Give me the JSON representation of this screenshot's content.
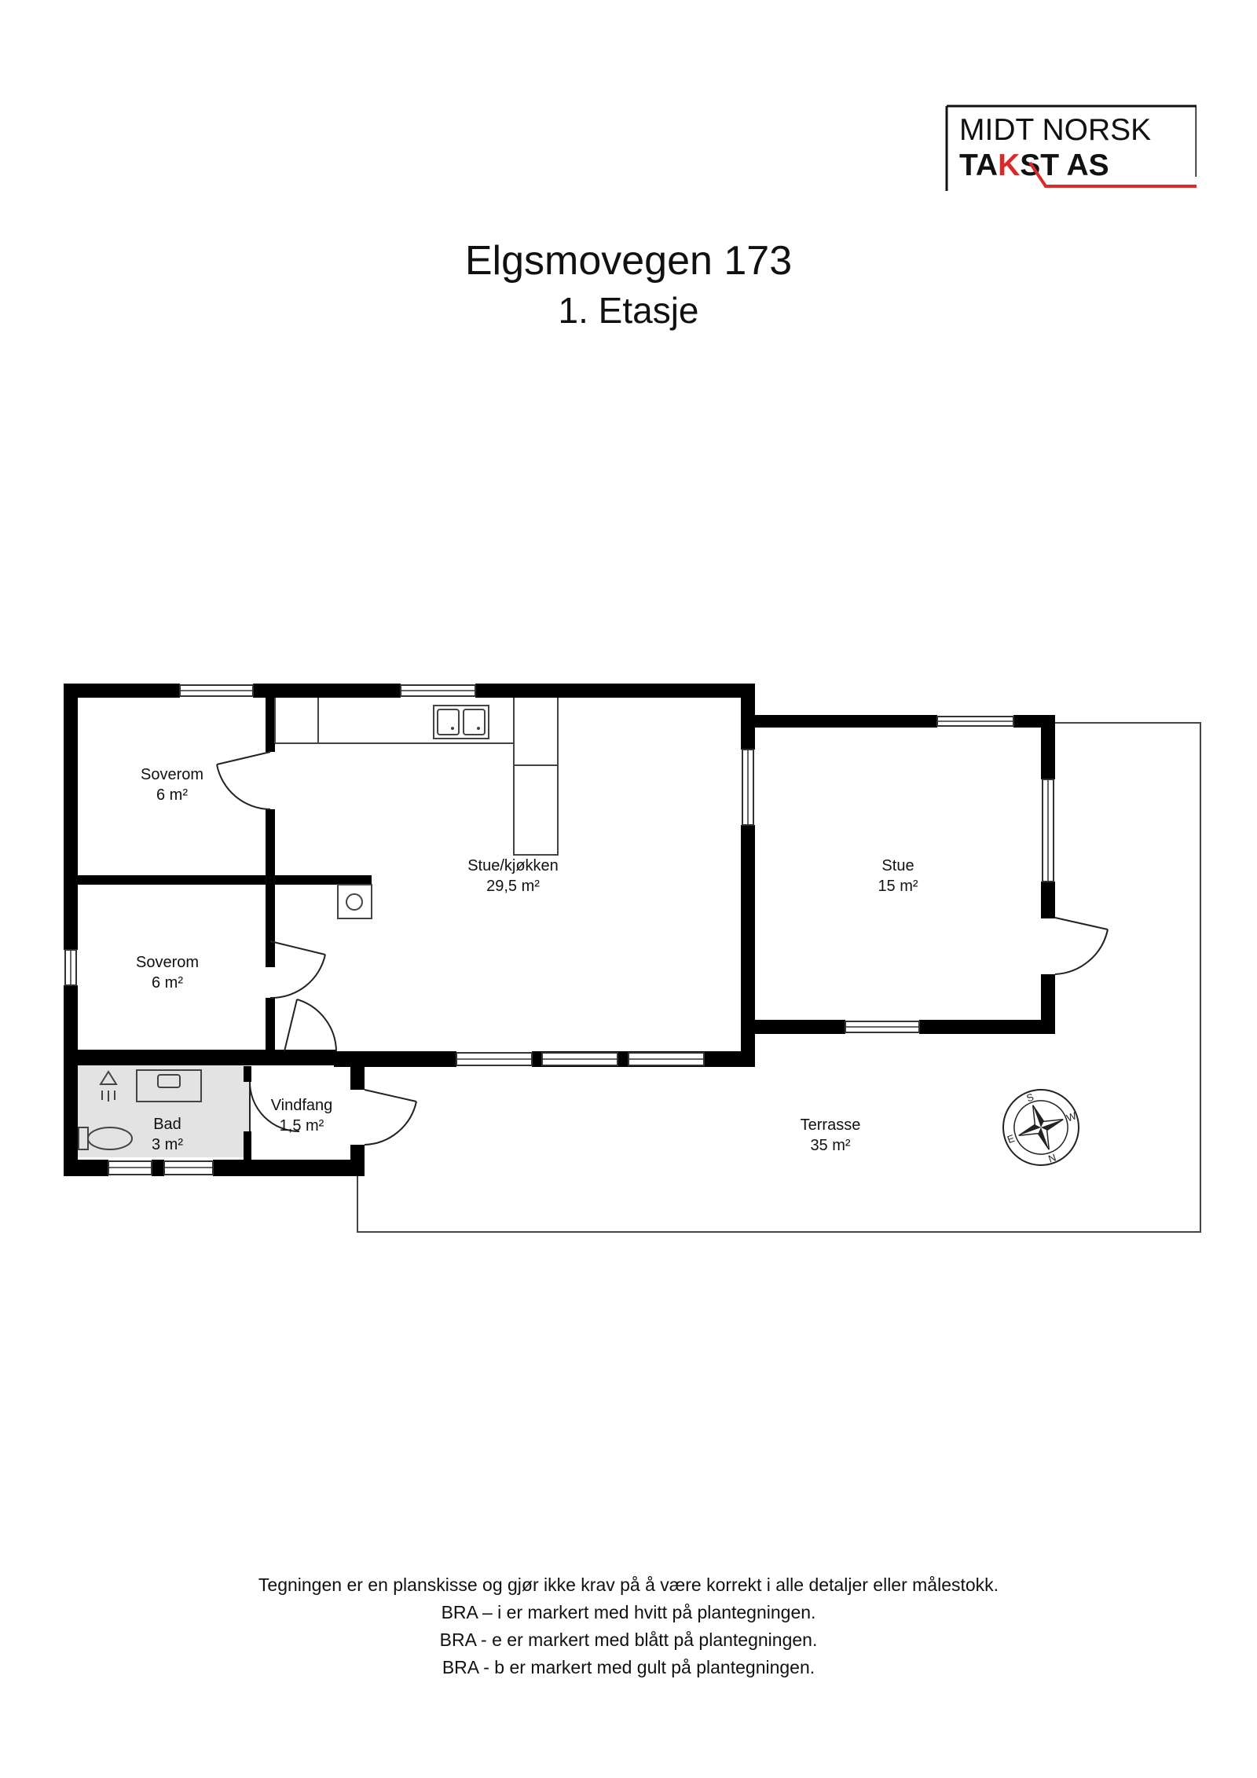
{
  "logo": {
    "line1": "MIDT NORSK",
    "line2_part1": "TA",
    "line2_k": "K",
    "line2_part2": "ST AS",
    "accent_color": "#d9292b"
  },
  "header": {
    "title": "Elgsmovegen 173",
    "subtitle": "1. Etasje"
  },
  "rooms": {
    "soverom_top": {
      "name": "Soverom",
      "area": "6 m²"
    },
    "soverom_bottom": {
      "name": "Soverom",
      "area": "6 m²"
    },
    "stue_kjokken": {
      "name": "Stue/kjøkken",
      "area": "29,5 m²"
    },
    "stue": {
      "name": "Stue",
      "area": "15 m²"
    },
    "bad": {
      "name": "Bad",
      "area": "3 m²"
    },
    "vindfang": {
      "name": "Vindfang",
      "area": "1,5 m²"
    },
    "terrasse": {
      "name": "Terrasse",
      "area": "35 m²"
    }
  },
  "compass": {
    "north": "N",
    "south": "S",
    "east": "E",
    "west": "W"
  },
  "colors": {
    "wall": "#000000",
    "bath_floor": "#e3e3e3",
    "outline": "#444444"
  },
  "footer": {
    "lines": [
      "Tegningen er en planskisse og gjør ikke krav på å være korrekt i alle detaljer eller målestokk.",
      "BRA – i er markert med hvitt på plantegningen.",
      "BRA - e er markert med blått på plantegningen.",
      "BRA - b er markert med gult på plantegningen."
    ]
  }
}
